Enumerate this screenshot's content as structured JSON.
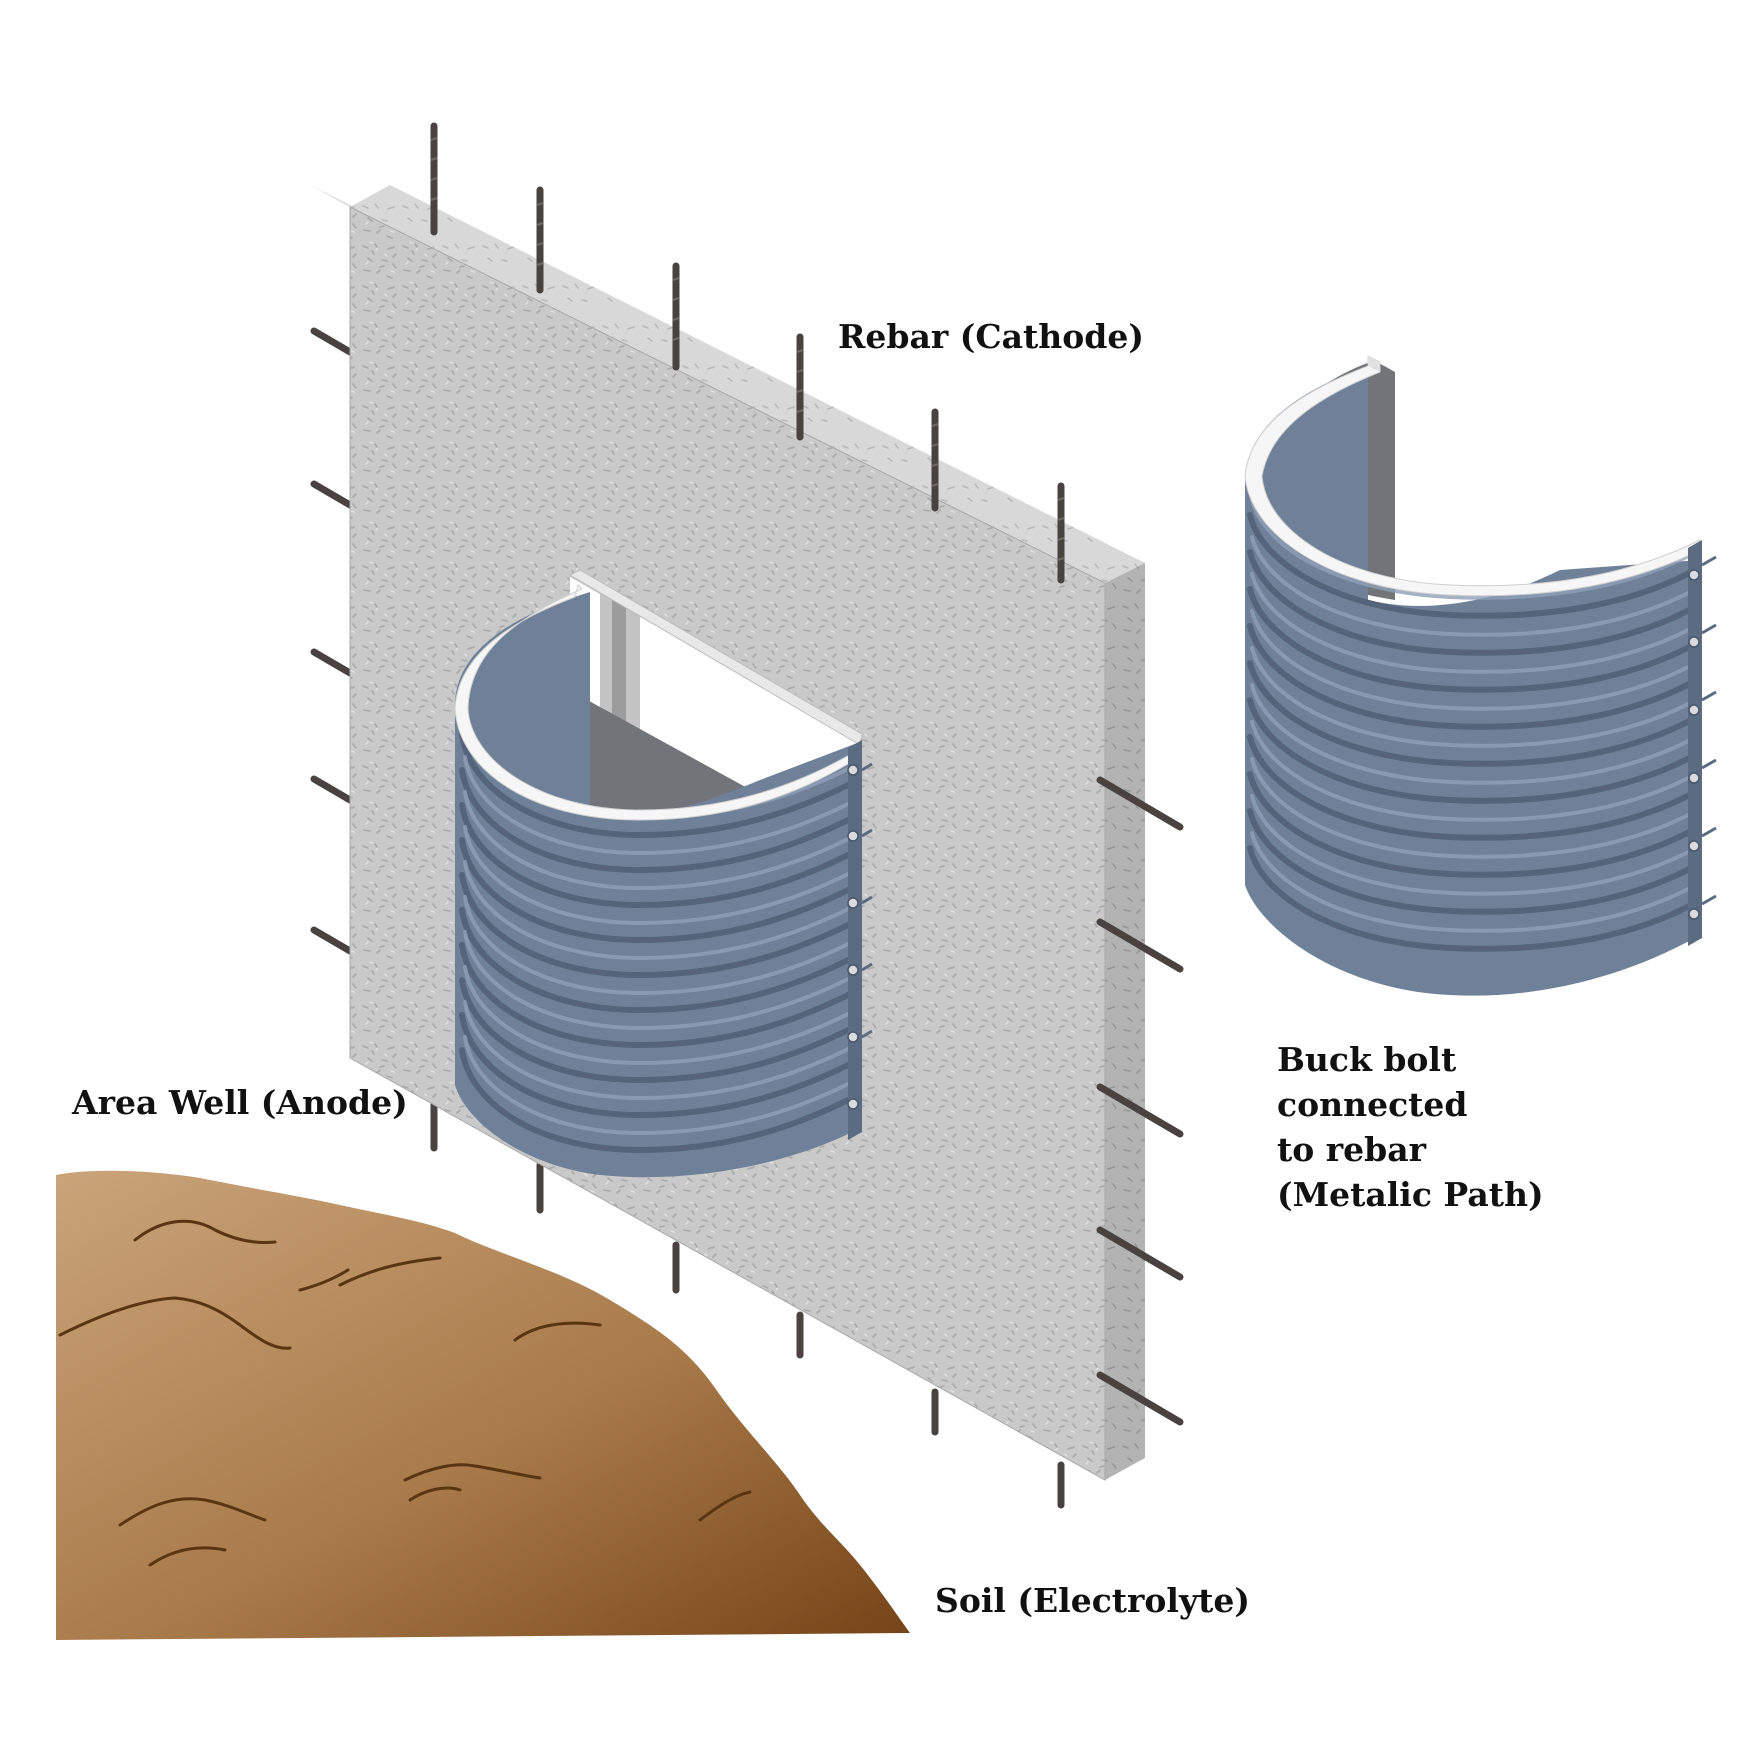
{
  "labels": {
    "rebar": "Rebar (Cathode)",
    "area_well": "Area Well (Anode)",
    "buck_bolt": [
      "Buck bolt",
      "connected",
      "to rebar",
      "(Metalic Path)"
    ],
    "soil": "Soil (Electrolyte)"
  },
  "colors": {
    "concrete_face": "#c9c9c9",
    "concrete_top": "#d6d6d6",
    "concrete_side": "#b1b1b1",
    "rebar": "#4a423e",
    "well_steel": "#6e8098",
    "well_inner": "#717478",
    "well_rim": "#f4f4f4",
    "soil_light": "#c9a57c",
    "soil_dark": "#7a4a20"
  },
  "components": {
    "wall": "concrete wall with rebar",
    "window_well_installed": "area well mounted on wall",
    "window_well_detached": "area well shown separately",
    "soil": "soil mound"
  }
}
